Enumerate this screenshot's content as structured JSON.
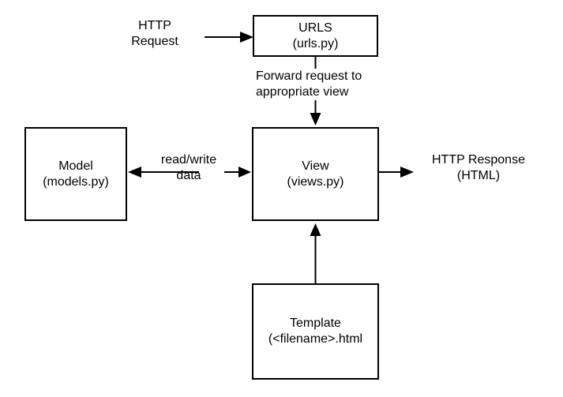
{
  "colors": {
    "stroke": "#000000",
    "text": "#000000",
    "background": "#ffffff"
  },
  "boxes": {
    "urls": {
      "line1": "URLS",
      "line2": "(urls.py)"
    },
    "model": {
      "line1": "Model",
      "line2": "(models.py)"
    },
    "view": {
      "line1": "View",
      "line2": "(views.py)"
    },
    "template": {
      "line1": "Template",
      "line2": "(<filename>.html"
    }
  },
  "labels": {
    "http_request": {
      "line1": "HTTP",
      "line2": "Request"
    },
    "forward": {
      "line1": "Forward request to",
      "line2": "appropriate view"
    },
    "read_write": {
      "line1": "read/write",
      "line2": "data"
    },
    "http_response": {
      "line1": "HTTP Response",
      "line2": "(HTML)"
    }
  }
}
